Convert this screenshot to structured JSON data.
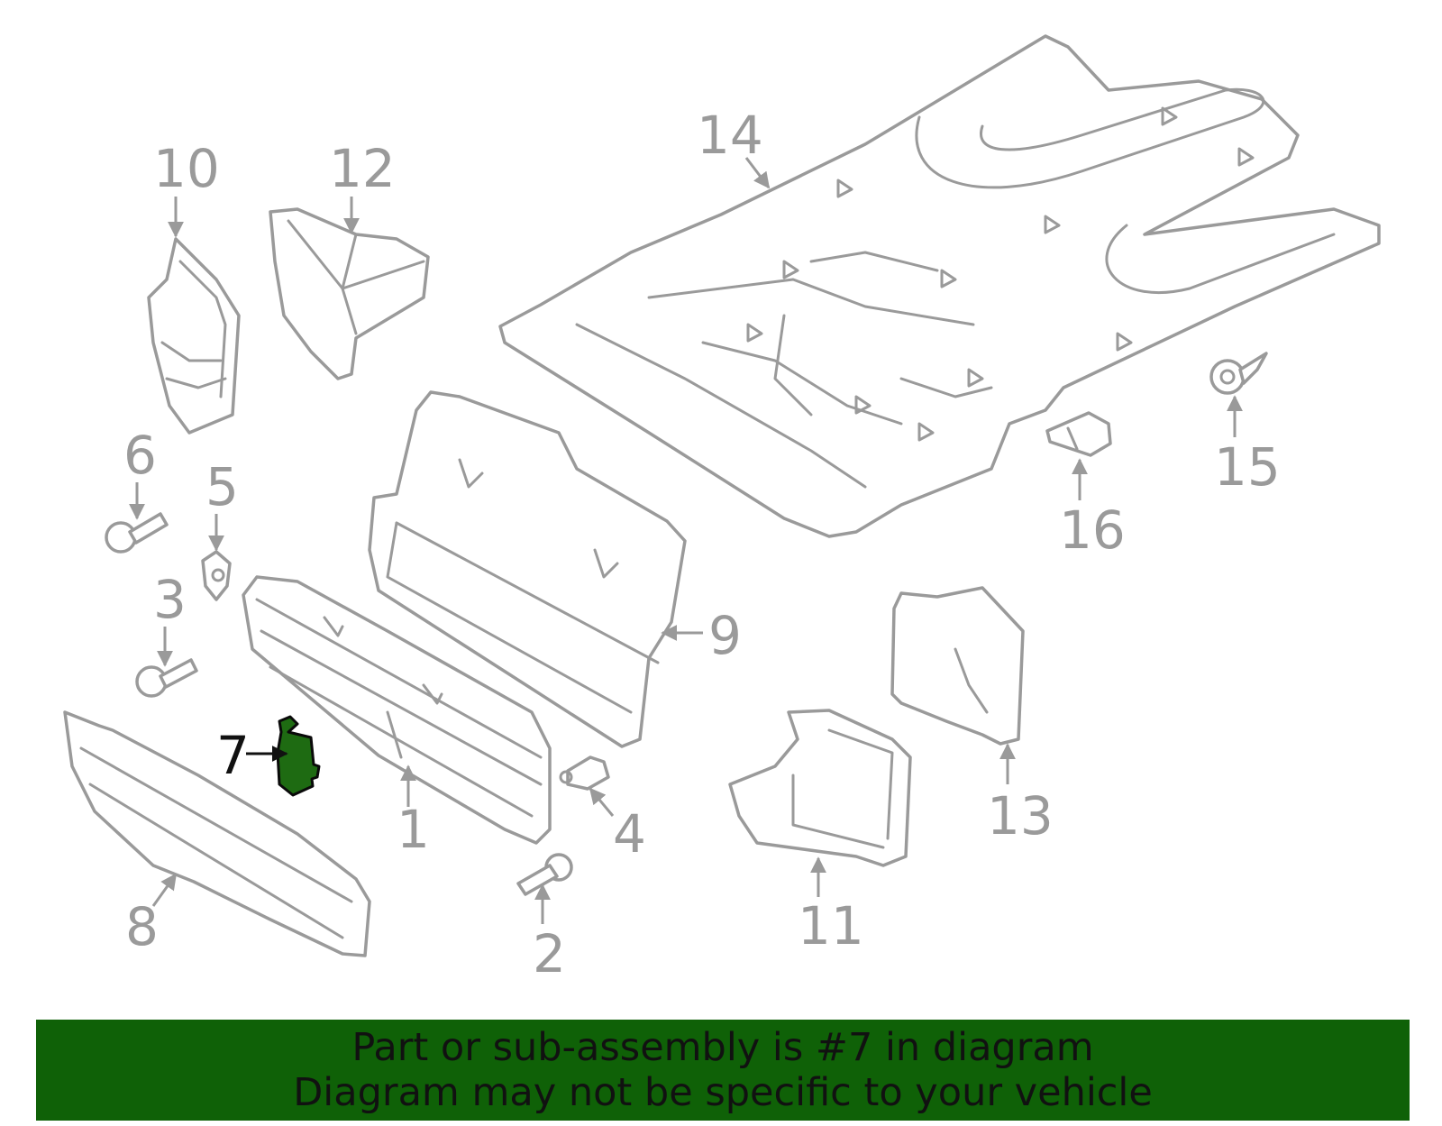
{
  "diagram": {
    "selected_part": "7",
    "callouts": [
      "1",
      "2",
      "3",
      "4",
      "5",
      "6",
      "7",
      "8",
      "9",
      "10",
      "11",
      "12",
      "13",
      "14",
      "15",
      "16"
    ],
    "colors": {
      "line": "#9a9a9a",
      "highlight": "#1e6b12",
      "banner": "#0f6107",
      "text": "#111111"
    }
  },
  "banner": {
    "line1": "Part or sub-assembly is #7 in diagram",
    "line2": "Diagram may not be specific to your vehicle"
  }
}
